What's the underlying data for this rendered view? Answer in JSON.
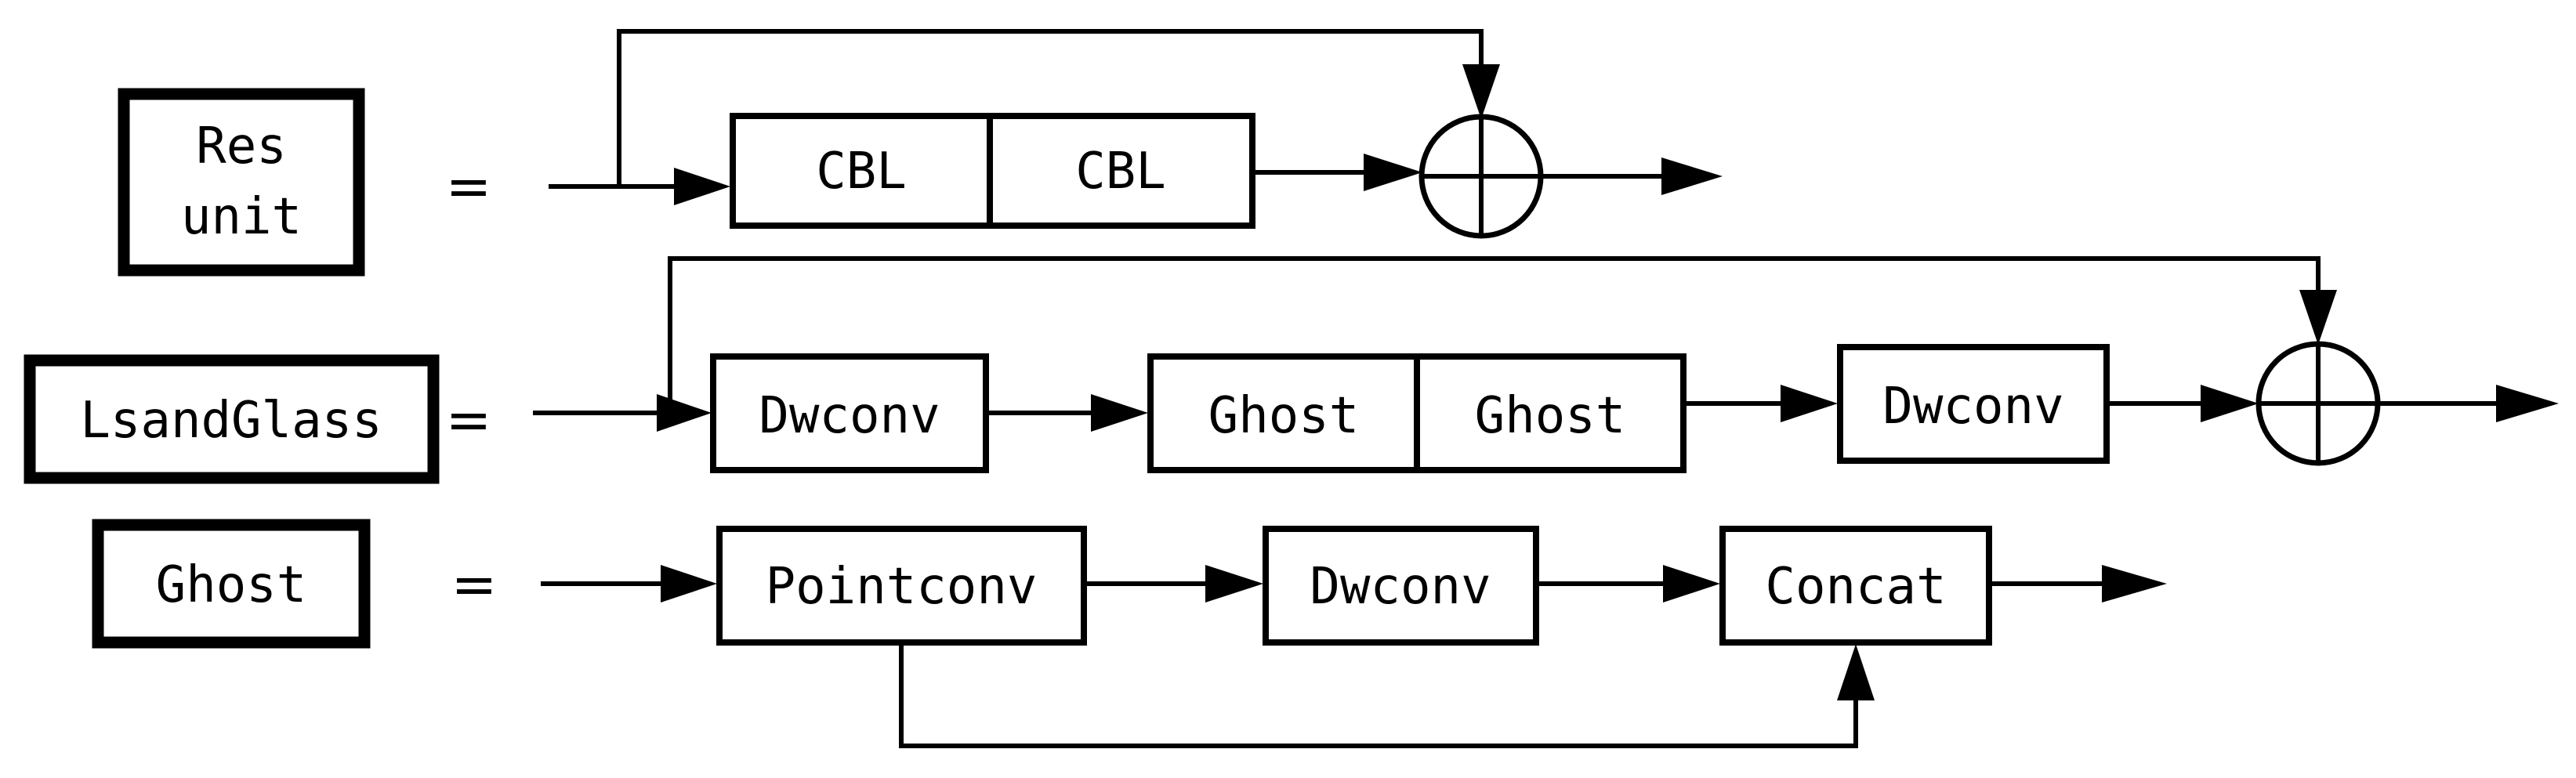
{
  "definitions": {
    "res_unit": {
      "name_line1": "Res",
      "name_line2": "unit",
      "equals": "=",
      "blocks": [
        "CBL",
        "CBL"
      ]
    },
    "lsandglass": {
      "name": "LsandGlass",
      "equals": "=",
      "blocks": [
        "Dwconv",
        "Ghost",
        "Ghost",
        "Dwconv"
      ]
    },
    "ghost": {
      "name": "Ghost",
      "equals": "=",
      "blocks": [
        "Pointconv",
        "Dwconv",
        "Concat"
      ]
    }
  }
}
